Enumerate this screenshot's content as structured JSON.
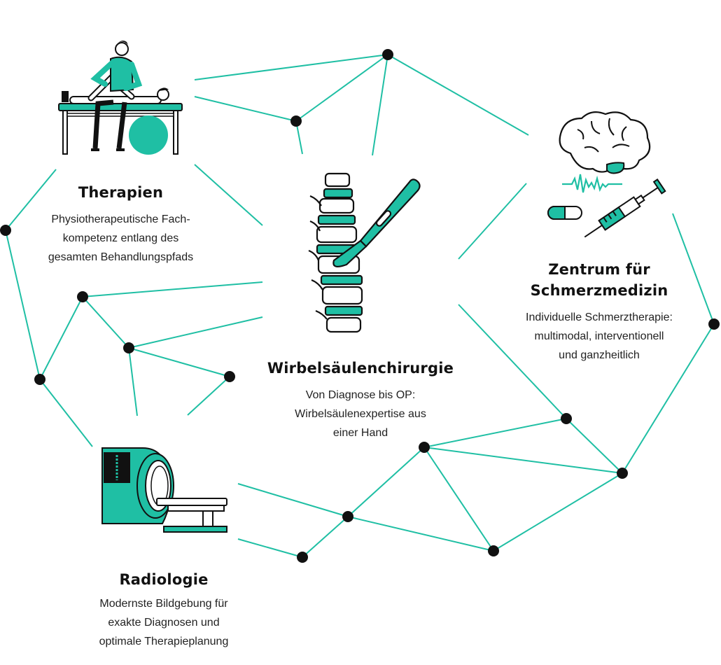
{
  "colors": {
    "accent": "#1fbfa4",
    "dark": "#111111",
    "text": "#222222"
  },
  "center": {
    "title": "Wirbelsäulenchirurgie",
    "lines": [
      "Von Diagnose bis OP:",
      "Wirbelsäulenexpertise aus",
      "einer Hand"
    ],
    "icon": "spine-scalpel-icon"
  },
  "therapien": {
    "title": "Therapien",
    "lines": [
      "Physiotherapeutische Fach-",
      "kompetenz entlang des",
      "gesamten Behandlungspfads"
    ],
    "icon": "physiotherapy-icon"
  },
  "schmerz": {
    "title_line1": "Zentrum für",
    "title_line2": "Schmerzmedizin",
    "lines": [
      "Individuelle Schmerztherapie:",
      "multimodal, interventionell",
      "und ganzheitlich"
    ],
    "icon": "brain-syringe-icon"
  },
  "radiologie": {
    "title": "Radiologie",
    "lines": [
      "Modernste Bildgebung für",
      "exakte Diagnosen und",
      "optimale Therapieplanung"
    ],
    "icon": "mri-scanner-icon"
  }
}
